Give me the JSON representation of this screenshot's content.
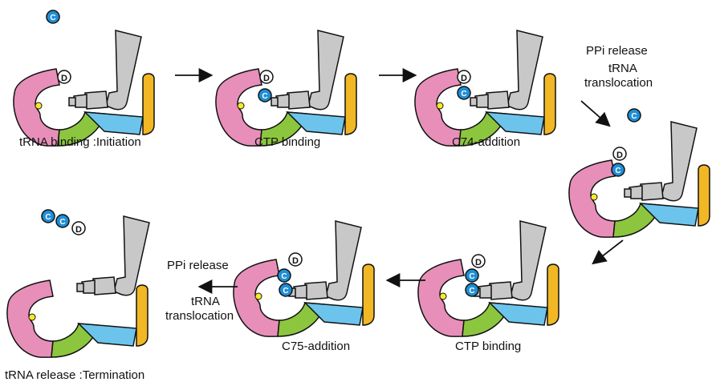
{
  "stages": [
    {
      "label": "tRNA binding :Initiation"
    },
    {
      "label": "CTP binding"
    },
    {
      "label": "C74-addition"
    },
    {
      "label": "CTP binding"
    },
    {
      "label": "C75-addition"
    },
    {
      "label": "tRNA release :Termination"
    }
  ],
  "notes": {
    "ppi_top": "PPi release",
    "trna_top": "tRNA",
    "translocation_top": "translocation",
    "ppi_bottom": "PPi release",
    "trna_bottom": "tRNA",
    "translocation_bottom": "translocation"
  },
  "nucleotide_letters": {
    "cytidine": "C",
    "d_site": "D"
  },
  "colors": {
    "head_pink": "#e78fb9",
    "neck_green": "#8cc63f",
    "body_blue": "#6cc4ec",
    "tail_orange": "#f1b724",
    "trna_gray": "#c8c8c8",
    "ctp_blue": "#1f8ed6",
    "catalytic_yellow": "#f7ea2a",
    "outline": "#111111"
  }
}
